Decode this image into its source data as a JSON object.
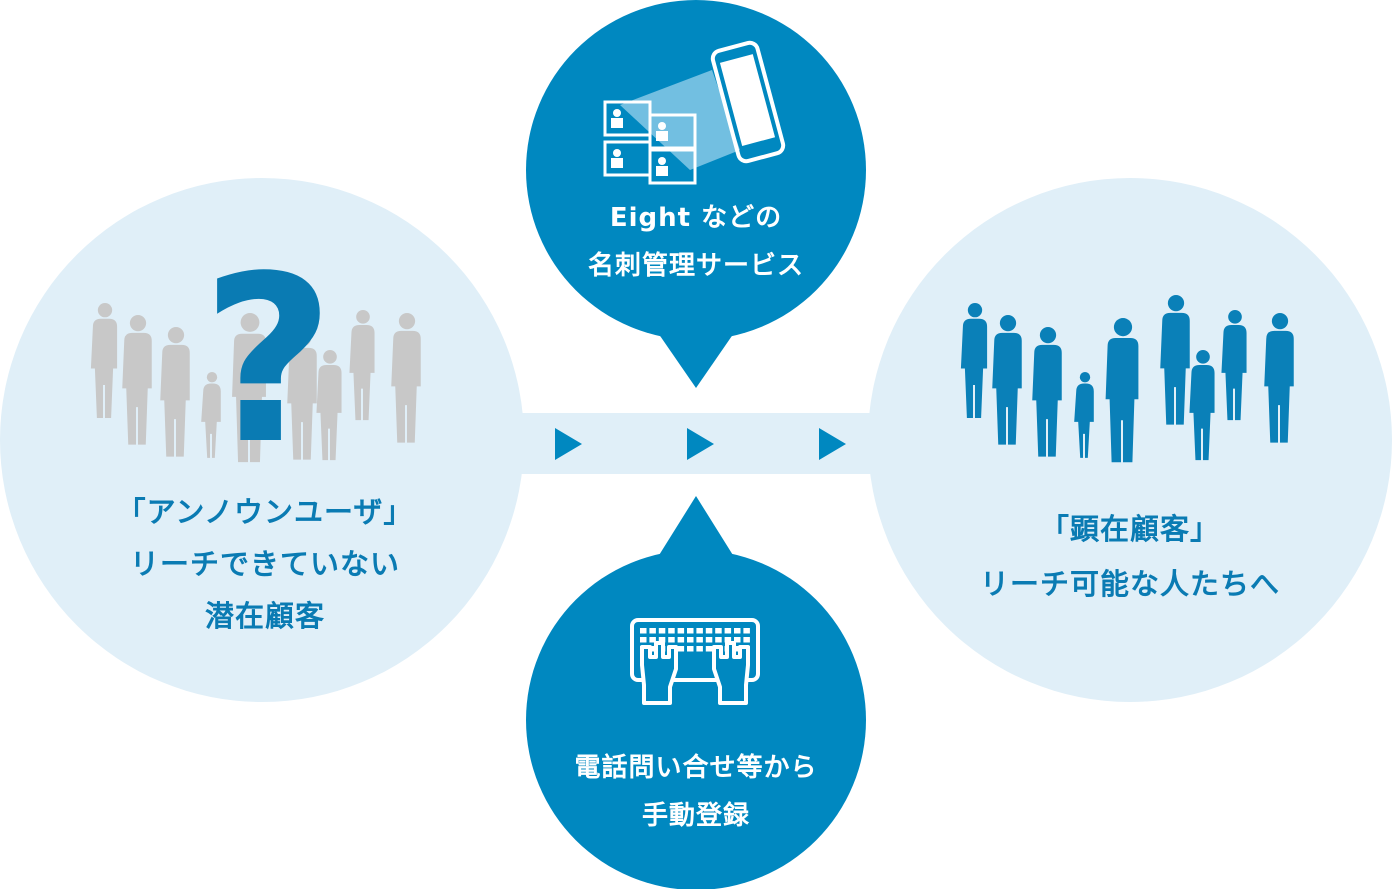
{
  "colors": {
    "accent": "#0088c0",
    "light": "#e0eff8",
    "gray": "#c8c8c8",
    "text": "#0a7bb3"
  },
  "left": {
    "lines": [
      "「アンノウンユーザ」",
      "リーチできていない",
      "潜在顧客"
    ],
    "icon": "question-mark-icon",
    "symbol": "?"
  },
  "right": {
    "lines": [
      "「顕在顧客」",
      "リーチ可能な人たちへ"
    ]
  },
  "top_bubble": {
    "lines": [
      "Eight などの",
      "名刺管理サービス"
    ],
    "icon": "business-card-scan-icon"
  },
  "bottom_bubble": {
    "lines": [
      "電話問い合せ等から",
      "手動登録"
    ],
    "icon": "keyboard-typing-icon"
  }
}
